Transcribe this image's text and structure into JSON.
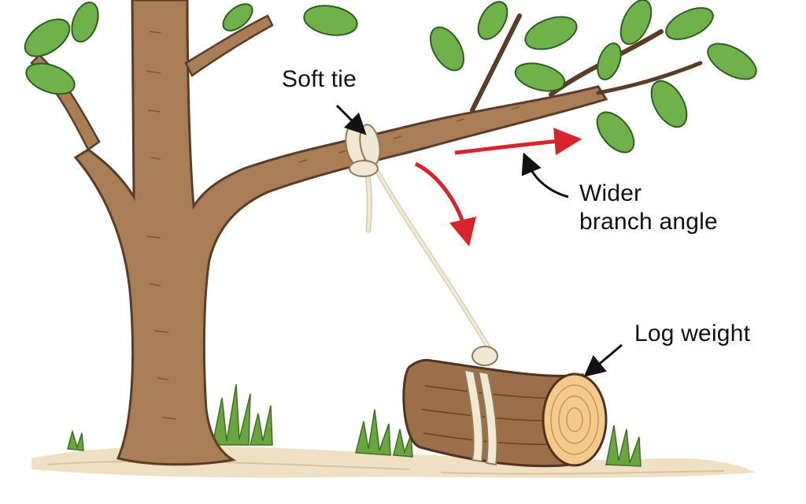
{
  "labels": {
    "soft_tie": "Soft tie",
    "branch_angle": "Wider\nbranch angle",
    "log_weight": "Log weight"
  },
  "colors": {
    "bark": "#a97e57",
    "bark_dark": "#5a3d26",
    "leaf": "#6fb24a",
    "leaf_dark": "#2f5e22",
    "rope": "#f1e8d4",
    "arrow_red": "#d9232a",
    "arrow_black": "#111111",
    "log_end": "#f3c98c",
    "ground": "#efe0c4",
    "grass": "#6aa63e"
  },
  "icons": [
    "red-curved-down-arrow-icon",
    "red-right-arrow-icon",
    "black-pointer-arrow-icon"
  ]
}
